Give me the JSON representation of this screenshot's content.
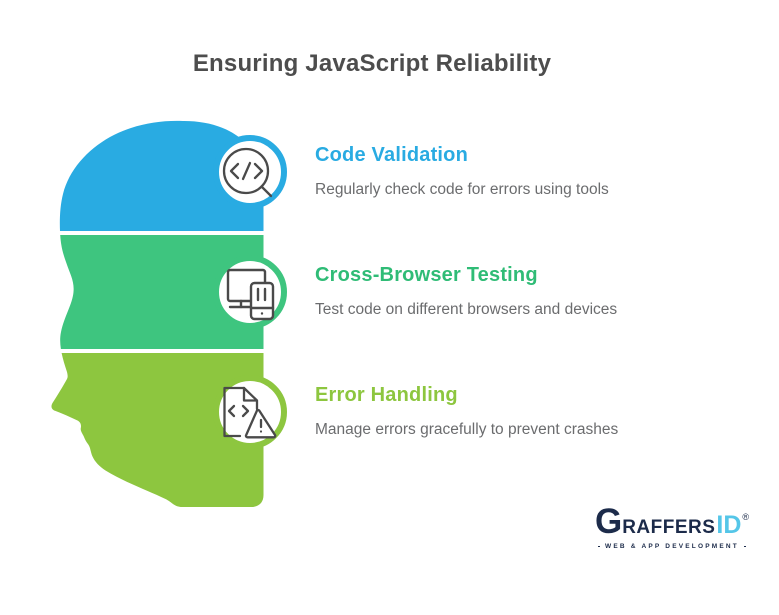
{
  "title": "Ensuring JavaScript Reliability",
  "items": [
    {
      "heading": "Code Validation",
      "description": "Regularly check code for errors using tools",
      "color": "#29abe2",
      "icon": "code-search-icon"
    },
    {
      "heading": "Cross-Browser Testing",
      "description": "Test code on different browsers and devices",
      "color": "#3ec57f",
      "icon": "cross-device-icon"
    },
    {
      "heading": "Error Handling",
      "description": "Manage errors gracefully to prevent crashes",
      "color": "#8dc63f",
      "icon": "error-document-icon"
    }
  ],
  "logo": {
    "g": "G",
    "name": "RAFFERS",
    "suffix": "ID",
    "registered": "®",
    "tagline": "WEB & APP DEVELOPMENT"
  },
  "colors": {
    "section_blue": "#29abe2",
    "section_green": "#3ec57f",
    "section_light_green": "#8dc63f",
    "title_text": "#4d4d4d",
    "body_text": "#6b6c6e",
    "icon_stroke": "#4a4a4a",
    "logo_navy": "#1c2b4a",
    "logo_cyan": "#55c6e8"
  }
}
